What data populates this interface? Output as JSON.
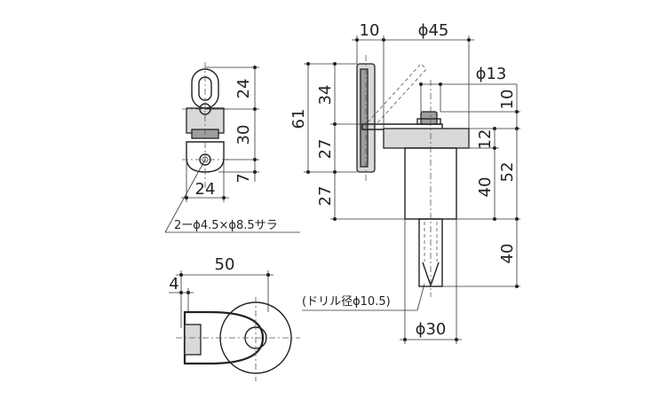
{
  "dimensions": {
    "top_view_height_upper": "24",
    "top_view_height_mid": "30",
    "top_view_height_lower": "7",
    "top_view_width": "24",
    "hole_note": "2ーϕ4.5×ϕ8.5サラ",
    "side_view_plate_thickness": "10",
    "side_view_body_diameter": "ϕ45",
    "side_view_knob_diameter": "ϕ13",
    "side_view_total_height": "61",
    "side_view_upper_height": "34",
    "side_view_lower_height": "27",
    "side_view_offset_height": "27",
    "side_view_knob_height": "10",
    "side_view_flange_height": "12",
    "side_view_body_height": "40",
    "side_view_overall_height": "52",
    "anchor_length": "40",
    "drill_note": "(ドリル径ϕ10.5)",
    "anchor_diameter": "ϕ30",
    "front_view_width": "50",
    "front_view_offset": "4"
  }
}
